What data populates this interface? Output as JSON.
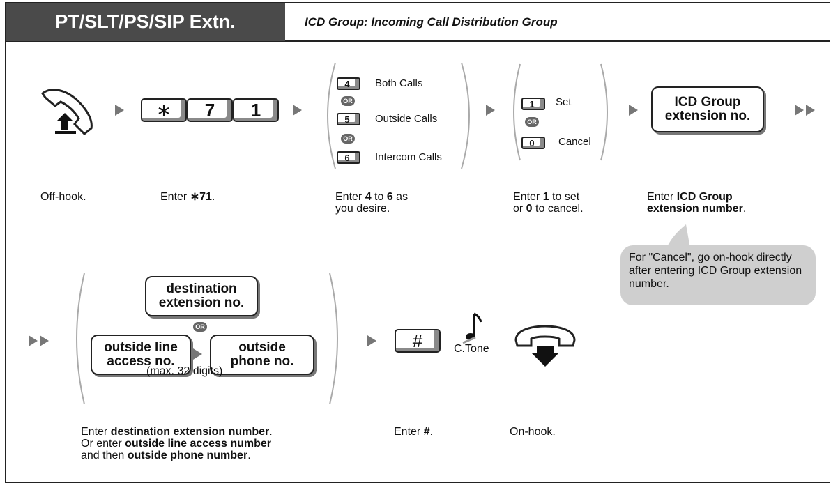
{
  "header": {
    "tag": "PT/SLT/PS/SIP Extn.",
    "subtitle": "ICD Group: Incoming Call Distribution Group"
  },
  "keys": {
    "star": "∗",
    "seven": "7",
    "one": "1",
    "hash": "#"
  },
  "options_1": [
    {
      "key": "4",
      "label": "Both Calls"
    },
    {
      "key": "5",
      "label": "Outside Calls"
    },
    {
      "key": "6",
      "label": "Intercom Calls"
    }
  ],
  "options_2": [
    {
      "key": "1",
      "label": "Set"
    },
    {
      "key": "0",
      "label": "Cancel"
    }
  ],
  "or_label": "OR",
  "boxes": {
    "icd_group": "ICD Group\nextension no.",
    "destination": "destination\nextension no.",
    "outside_line": "outside line\naccess no.",
    "outside_phone": "outside\nphone no."
  },
  "max_digits": "(max. 32 digits)",
  "confirm_tone": "C.Tone",
  "steps": {
    "off_hook": "Off-hook.",
    "enter_star71": [
      "Enter ",
      "∗71",
      "."
    ],
    "enter_4_6": [
      "Enter ",
      "4",
      " to ",
      "6",
      " as",
      "you desire."
    ],
    "enter_1_0": [
      "Enter ",
      "1",
      " to set",
      "or ",
      "0",
      " to cancel."
    ],
    "enter_icd": [
      "Enter ",
      "ICD Group",
      "extension number",
      "."
    ],
    "enter_dest": [
      "Enter ",
      "destination extension number",
      ".",
      "Or enter ",
      "outside line access number",
      "and then ",
      "outside phone number",
      "."
    ],
    "enter_hash": [
      "Enter ",
      "#",
      "."
    ],
    "on_hook": "On-hook."
  },
  "note": "For \"Cancel\", go on-hook directly after entering ICD Group extension number."
}
